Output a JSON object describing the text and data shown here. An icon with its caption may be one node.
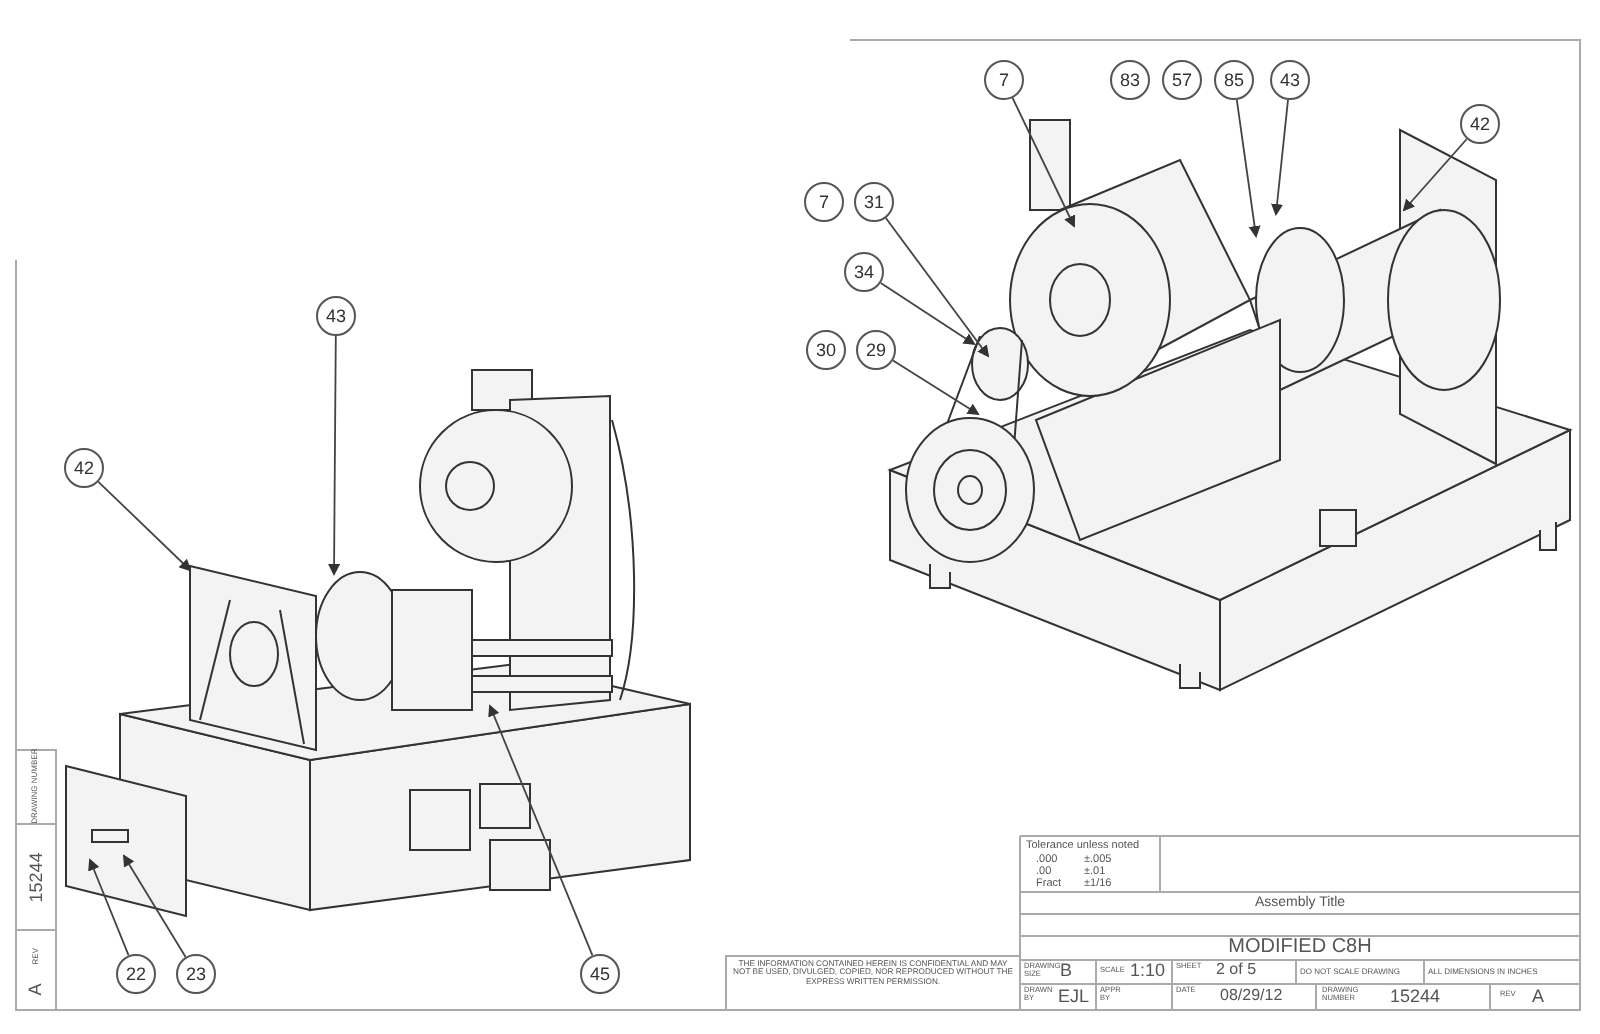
{
  "diagram": {
    "nodes": [
      {
        "text": [
          "7"
        ]
      },
      {
        "text": [
          "83"
        ]
      },
      {
        "text": [
          "57"
        ]
      },
      {
        "text": [
          "85"
        ]
      },
      {
        "text": [
          "43"
        ]
      },
      {
        "text": [
          "42"
        ]
      },
      {
        "text": [
          "7"
        ]
      },
      {
        "text": [
          "31"
        ]
      },
      {
        "text": [
          "34"
        ]
      },
      {
        "text": [
          "30"
        ]
      },
      {
        "text": [
          "29"
        ]
      },
      {
        "text": [
          "43"
        ]
      },
      {
        "text": [
          "42"
        ]
      },
      {
        "text": [
          "45"
        ]
      },
      {
        "text": [
          "22"
        ]
      },
      {
        "text": [
          "23"
        ]
      }
    ],
    "edges": [
      {
        "from": 0,
        "to": null,
        "arrow": "to"
      },
      {
        "from": 3,
        "to": null,
        "arrow": "to"
      },
      {
        "from": 4,
        "to": null,
        "arrow": "to"
      },
      {
        "from": 5,
        "to": null,
        "arrow": "to"
      },
      {
        "from": 7,
        "to": null,
        "arrow": "to"
      },
      {
        "from": 8,
        "to": null,
        "arrow": "to"
      },
      {
        "from": 10,
        "to": null,
        "arrow": "to"
      },
      {
        "from": 11,
        "to": null,
        "arrow": "to"
      },
      {
        "from": 12,
        "to": null,
        "arrow": "to"
      },
      {
        "from": 13,
        "to": null,
        "arrow": "to"
      },
      {
        "from": 14,
        "to": null,
        "arrow": "to"
      },
      {
        "from": 15,
        "to": null,
        "arrow": "to"
      }
    ],
    "labels": [
      "DRAWING NUMBER",
      "15244",
      "REV",
      "A",
      "Tolerance unless noted",
      ".000",
      "±.005",
      ".00",
      "±.01",
      "Fract",
      "±1/16",
      "Assembly Title",
      "MODIFIED C8H",
      "DRAWING SIZE",
      "B",
      "SCALE",
      "1:10",
      "SHEET",
      "2 of 5",
      "DO NOT SCALE DRAWING",
      "ALL DIMENSIONS IN INCHES",
      "DRAWN BY",
      "EJL",
      "APPR BY",
      "DATE",
      "08/29/12",
      "DRAWING NUMBER",
      "15244",
      "REV",
      "A",
      "THE INFORMATION CONTAINED HEREIN IS CONFIDENTIAL AND MAY NOT BE USED, DIVULGED, COPIED, NOR REPRODUCED WITHOUT THE EXPRESS WRITTEN PERMISSION."
    ]
  }
}
